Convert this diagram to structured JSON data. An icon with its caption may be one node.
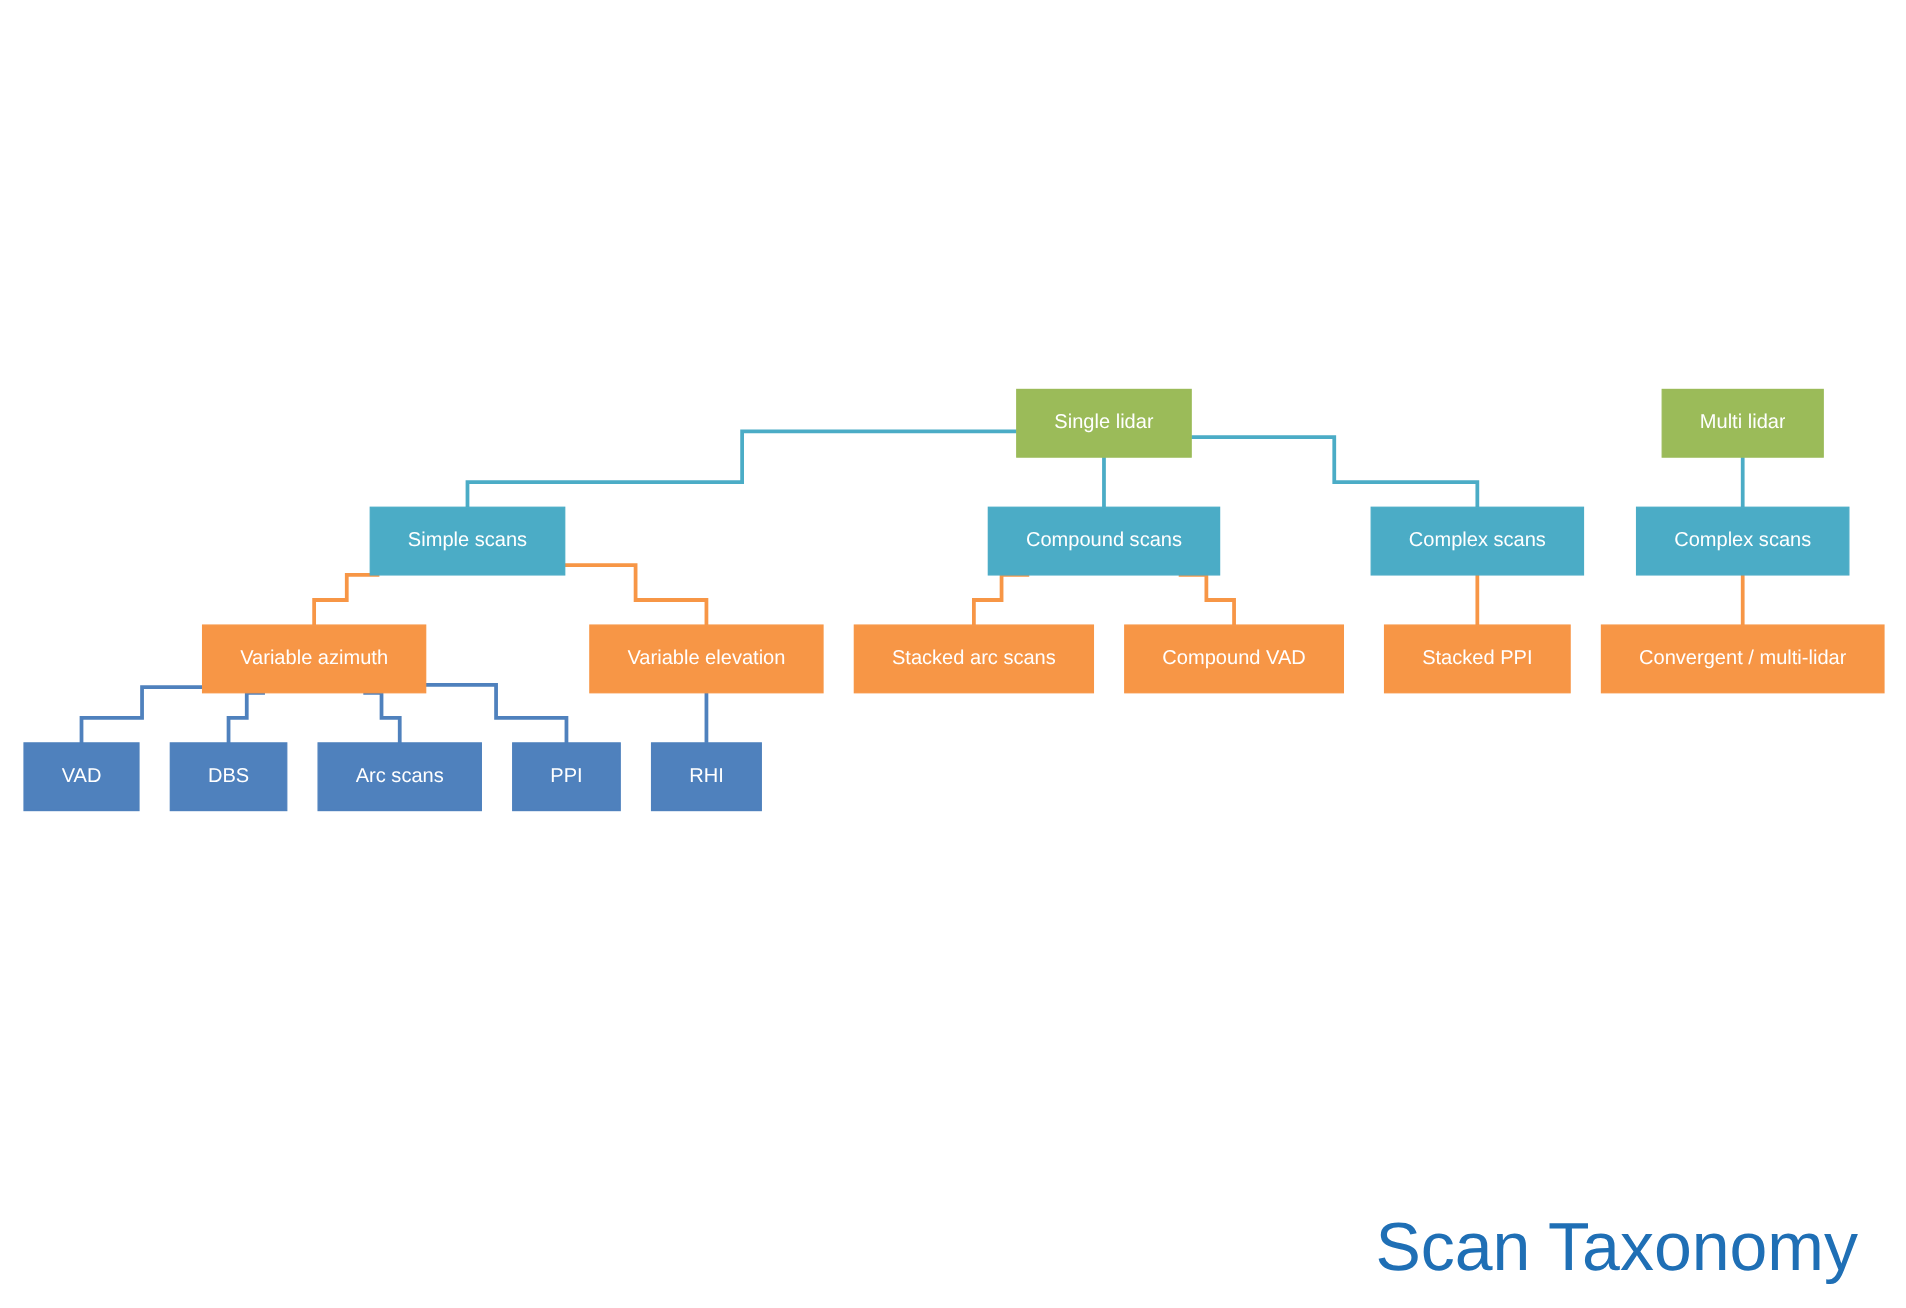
{
  "diagram": {
    "caption": "Scan Taxonomy",
    "nodes": [
      {
        "text": [
          "Single lidar"
        ]
      },
      {
        "text": [
          "Multi lidar"
        ]
      },
      {
        "text": [
          "Simple scans"
        ]
      },
      {
        "text": [
          "Compound scans"
        ]
      },
      {
        "text": [
          "Complex scans"
        ]
      },
      {
        "text": [
          "Complex scans"
        ]
      },
      {
        "text": [
          "Variable azimuth"
        ]
      },
      {
        "text": [
          "Variable elevation"
        ]
      },
      {
        "text": [
          "Stacked arc scans"
        ]
      },
      {
        "text": [
          "Compound VAD"
        ]
      },
      {
        "text": [
          "Stacked PPI"
        ]
      },
      {
        "text": [
          "Convergent / multi-lidar"
        ]
      },
      {
        "text": [
          "VAD"
        ]
      },
      {
        "text": [
          "DBS"
        ]
      },
      {
        "text": [
          "Arc scans"
        ]
      },
      {
        "text": [
          "PPI"
        ]
      },
      {
        "text": [
          "RHI"
        ]
      }
    ],
    "edges": [
      {
        "from": 0,
        "to": 2,
        "arrow": "none",
        "color": "#4bacc6"
      },
      {
        "from": 0,
        "to": 3,
        "arrow": "none",
        "color": "#4bacc6"
      },
      {
        "from": 0,
        "to": 4,
        "arrow": "none",
        "color": "#4bacc6"
      },
      {
        "from": 1,
        "to": 5,
        "arrow": "none",
        "color": "#4bacc6"
      },
      {
        "from": 2,
        "to": 6,
        "arrow": "none"
      },
      {
        "from": 2,
        "to": 7,
        "arrow": "none"
      },
      {
        "from": 3,
        "to": 8,
        "arrow": "none"
      },
      {
        "from": 3,
        "to": 9,
        "arrow": "none"
      },
      {
        "from": 4,
        "to": 10,
        "arrow": "none"
      },
      {
        "from": 5,
        "to": 11,
        "arrow": "none"
      },
      {
        "from": 6,
        "to": 12,
        "arrow": "none",
        "color": "#4f81bd"
      },
      {
        "from": 6,
        "to": 13,
        "arrow": "none",
        "color": "#4f81bd"
      },
      {
        "from": 6,
        "to": 14,
        "arrow": "none",
        "color": "#4f81bd"
      },
      {
        "from": 6,
        "to": 15,
        "arrow": "none",
        "color": "#4f81bd"
      },
      {
        "from": 7,
        "to": 16,
        "arrow": "none",
        "color": "#4f81bd"
      }
    ]
  }
}
